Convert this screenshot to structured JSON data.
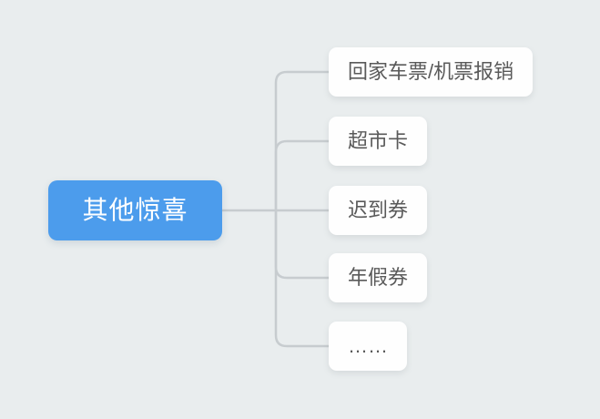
{
  "canvas": {
    "background_color": "#E9EDEE",
    "connector_color": "#C7CCCF"
  },
  "mindmap": {
    "root": {
      "label": "其他惊喜",
      "color": "#4C9CEC",
      "text_color": "#FFFFFF"
    },
    "children": [
      {
        "label": "回家车票/机票报销"
      },
      {
        "label": "超市卡"
      },
      {
        "label": "迟到券"
      },
      {
        "label": "年假券"
      },
      {
        "label": "……"
      }
    ]
  }
}
